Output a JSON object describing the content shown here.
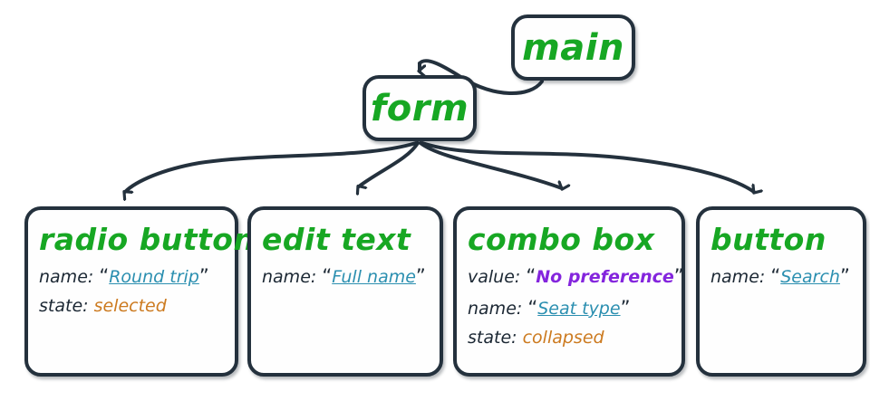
{
  "diagram": {
    "type": "ui-accessibility-tree",
    "palette": {
      "node_border": "#24313d",
      "node_fill": "#fefefe",
      "title_green": "#17a723",
      "label_dark": "#1b2733",
      "value_link_teal": "#2b8fb0",
      "value_purple": "#8425dd",
      "value_orange": "#cc7a1f",
      "edge": "#24313d"
    },
    "nodes": [
      {
        "id": "main",
        "title": "main",
        "attrs": []
      },
      {
        "id": "form",
        "title": "form",
        "attrs": []
      },
      {
        "id": "radio-button",
        "title": "radio button",
        "attrs": [
          {
            "key": "name:",
            "value": "Round trip",
            "style": "link",
            "quoted": true
          },
          {
            "key": "state:",
            "value": "selected",
            "style": "orange",
            "quoted": false
          }
        ]
      },
      {
        "id": "edit-text",
        "title": "edit text",
        "attrs": [
          {
            "key": "name:",
            "value": "Full name",
            "style": "link",
            "quoted": true
          }
        ]
      },
      {
        "id": "combo-box",
        "title": "combo box",
        "attrs": [
          {
            "key": "value:",
            "value": "No preference",
            "style": "purple",
            "quoted": true
          },
          {
            "key": "name:",
            "value": "Seat type",
            "style": "link",
            "quoted": true
          },
          {
            "key": "state:",
            "value": "collapsed",
            "style": "orange",
            "quoted": false
          }
        ]
      },
      {
        "id": "button",
        "title": "button",
        "attrs": [
          {
            "key": "name:",
            "value": "Search",
            "style": "link",
            "quoted": true
          }
        ]
      }
    ],
    "edges": [
      {
        "from": "main",
        "to": "form"
      },
      {
        "from": "form",
        "to": "radio-button"
      },
      {
        "from": "form",
        "to": "edit-text"
      },
      {
        "from": "form",
        "to": "combo-box"
      },
      {
        "from": "form",
        "to": "button"
      }
    ],
    "quote_open": "“",
    "quote_close": "”"
  }
}
